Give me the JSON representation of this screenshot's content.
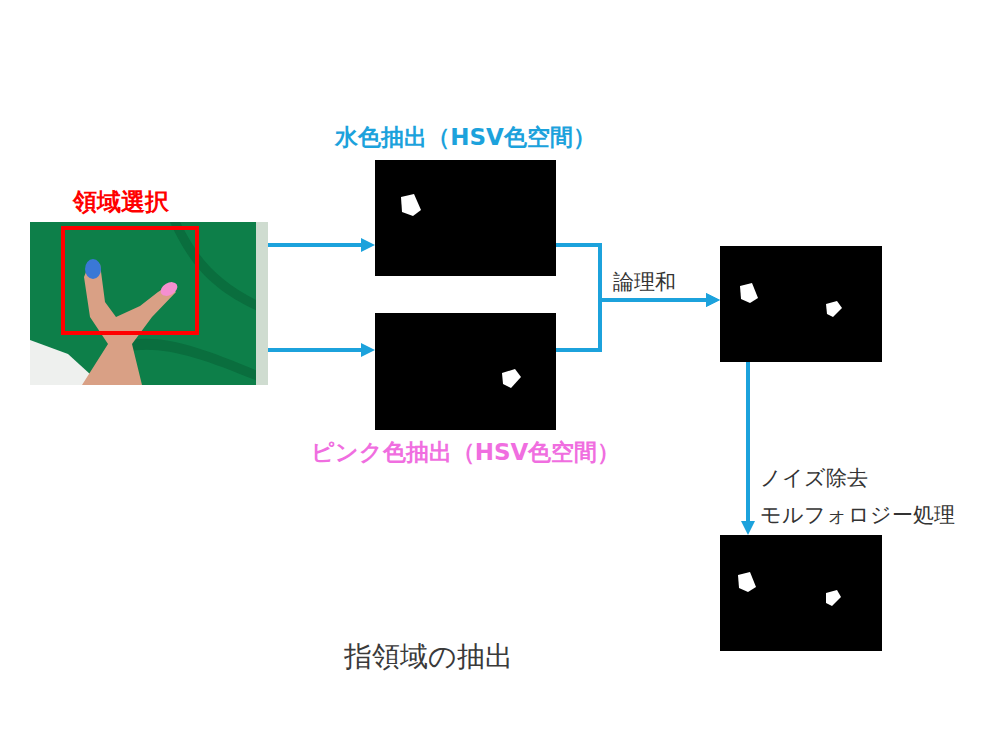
{
  "diagram": {
    "caption": "指領域の抽出",
    "nodes": [
      {
        "text": [
          "領域選択"
        ]
      },
      {
        "text": [
          "水色抽出（HSV色空間）"
        ]
      },
      {
        "text": [
          "ピンク色抽出（HSV色空間）"
        ]
      },
      {
        "text": []
      },
      {
        "text": []
      }
    ],
    "edges": [
      {
        "from": 0,
        "to": 1,
        "arrow": "to"
      },
      {
        "from": 0,
        "to": 2,
        "arrow": "to"
      },
      {
        "from": 1,
        "to": 3,
        "arrow": "to",
        "label": "論理和"
      },
      {
        "from": 2,
        "to": 3,
        "arrow": "to"
      },
      {
        "from": 3,
        "to": 4,
        "arrow": "to",
        "label": "ノイズ除去 モルフォロジー処理"
      }
    ]
  }
}
